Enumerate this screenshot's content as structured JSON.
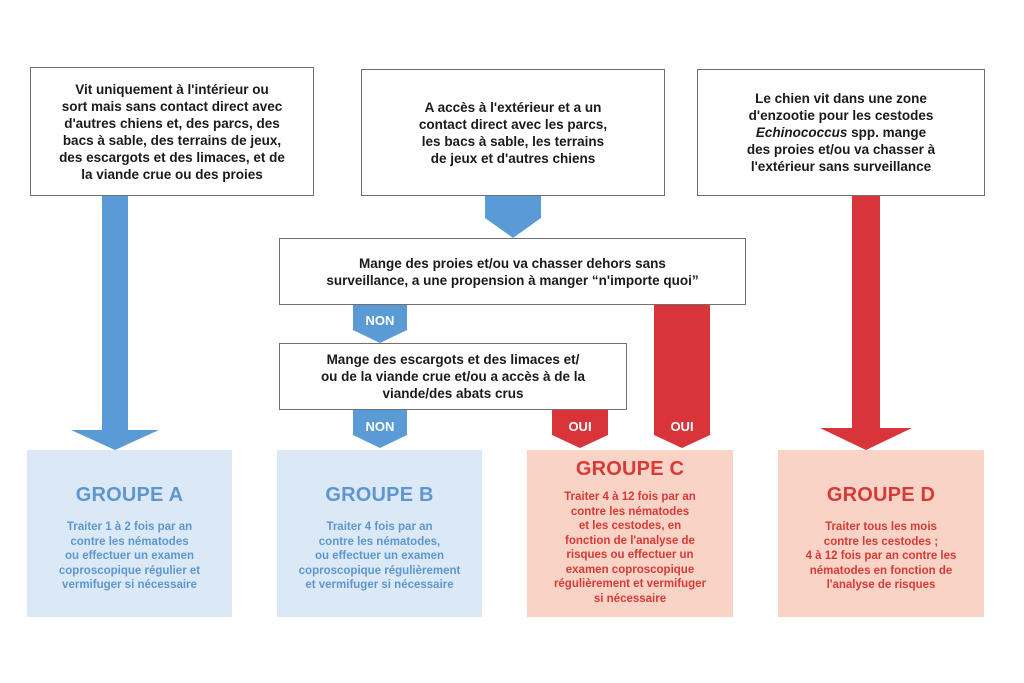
{
  "colors": {
    "blue": "#5b9bd5",
    "red": "#d9343a",
    "blue_panel": "#dbe8f6",
    "red_panel": "#f8d3c6"
  },
  "boxes": {
    "box_a": "Vit uniquement à l'intérieur ou\nsort mais sans contact direct avec\nd'autres chiens et, des parcs, des\nbacs à sable, des terrains de jeux,\ndes escargots et des limaces, et de\nla viande crue ou des proies",
    "box_b": "A accès à l'extérieur et a un\ncontact direct avec les parcs,\nles bacs à sable, les terrains\nde jeux et d'autres chiens",
    "box_d_1": "Le chien vit dans une zone\nd'enzootie pour les cestodes",
    "box_d_italic": "Echinococcus",
    "box_d_2": " spp. mange\ndes proies et/ou va chasser à\nl'extérieur sans surveillance",
    "question_1": "Mange des proies et/ou va chasser dehors sans\nsurveillance, a une propension à manger “n'importe quoi”",
    "question_2": "Mange des escargots et des limaces et/\nou de la viande crue et/ou a accès à de la\nviande/des abats crus"
  },
  "labels": {
    "non_1": "NON",
    "non_2": "NON",
    "oui_1": "OUI",
    "oui_2": "OUI"
  },
  "groups": {
    "a": {
      "title": "GROUPE A",
      "body": "Traiter 1 à 2 fois par an\ncontre les nématodes\nou effectuer un examen\ncoproscopique régulier et\nvermifuger si nécessaire"
    },
    "b": {
      "title": "GROUPE B",
      "body": "Traiter 4 fois par an\ncontre les nématodes,\nou effectuer un examen\ncoproscopique régulièrement\net vermifuger si nécessaire"
    },
    "c": {
      "title": "GROUPE C",
      "body": "Traiter 4 à 12 fois par an\ncontre les nématodes\net les cestodes, en\nfonction de l'analyse de\nrisques ou effectuer un\nexamen coproscopique\nrégulièrement et vermifuger\nsi nécessaire"
    },
    "d": {
      "title": "GROUPE D",
      "body": "Traiter tous les mois\ncontre les cestodes ;\n4 à 12 fois par an contre les\nnématodes en fonction de\nl'analyse de risques"
    }
  }
}
